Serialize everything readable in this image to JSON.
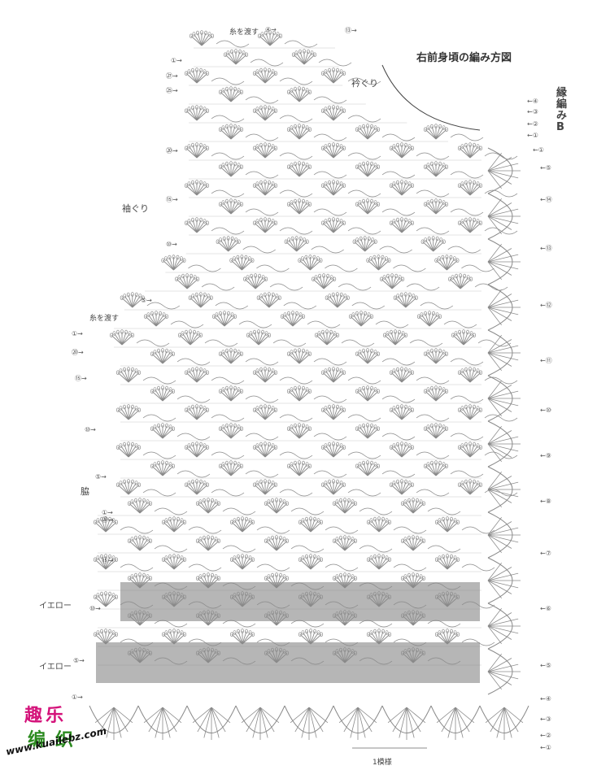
{
  "title": "右前身頃の編み方図",
  "labels": {
    "neckline": "衿ぐり",
    "armhole": "袖ぐり",
    "side": "脇",
    "edging": "縁編みB",
    "carry_yarn_top": "糸を渡す",
    "carry_yarn_mid": "糸を渡す",
    "yellow_1": "イエロー",
    "yellow_2": "イエロー",
    "repeat": "1模様"
  },
  "row_markers_left": [
    "④",
    "⑬",
    "①",
    "㉗",
    "㉕",
    "⑳",
    "⑮",
    "⑩",
    "⑤",
    "①",
    "⑳",
    "⑮",
    "⑩",
    "⑤",
    "①",
    "⑳",
    "⑮",
    "⑩",
    "⑤",
    "①"
  ],
  "row_markers_right": [
    "④",
    "③",
    "②",
    "①",
    "①",
    "⑤",
    "⑭",
    "⑬",
    "⑫",
    "⑪",
    "⑩",
    "⑨",
    "⑧",
    "⑦",
    "⑥",
    "⑤",
    "④",
    "③",
    "②",
    "①"
  ],
  "watermark": {
    "line1": "趣乐",
    "line2": "编织",
    "url": "www.kuailebz.com"
  },
  "colors": {
    "stitch": "#8a8a8a",
    "highlight": "#9e9e9e",
    "watermark_pink": "#d4127a",
    "watermark_green": "#2a8a1e"
  }
}
